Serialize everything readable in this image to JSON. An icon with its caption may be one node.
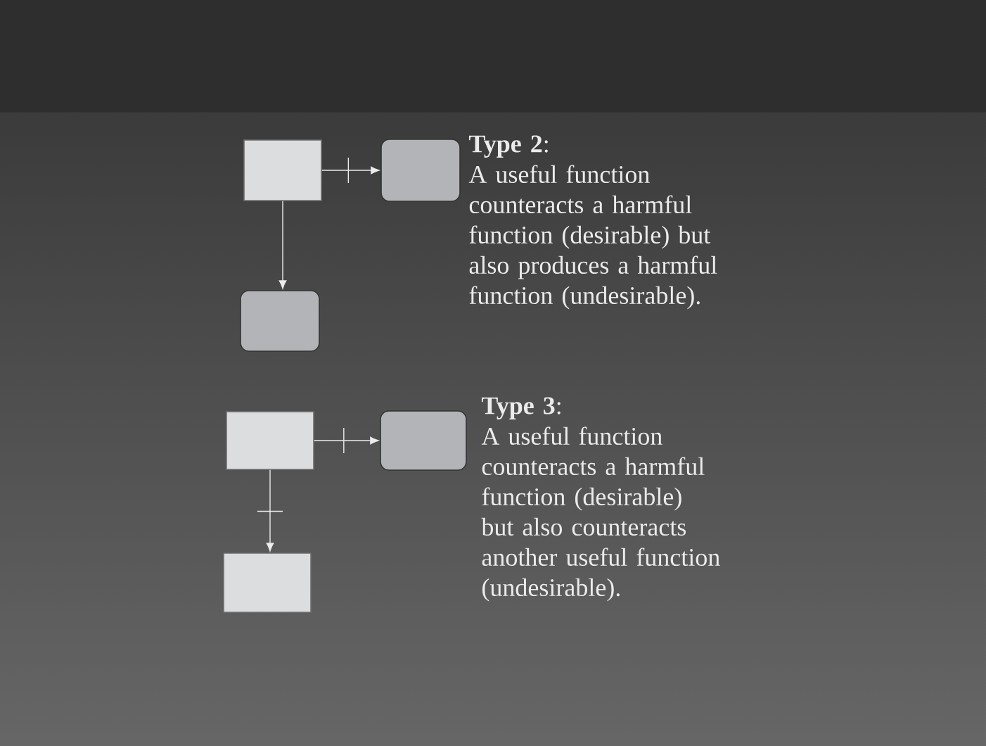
{
  "diagram": {
    "nodes": [
      {
        "text": [],
        "shape": "box"
      },
      {
        "text": [],
        "shape": "roundbox"
      },
      {
        "text": [],
        "shape": "roundbox"
      },
      {
        "text": [],
        "shape": "box"
      },
      {
        "text": [],
        "shape": "roundbox"
      },
      {
        "text": [],
        "shape": "box"
      }
    ],
    "edges": [
      {
        "from": 0,
        "to": 1,
        "arrow": "to"
      },
      {
        "from": 0,
        "to": 2,
        "arrow": "to"
      },
      {
        "from": 3,
        "to": 4,
        "arrow": "to"
      },
      {
        "from": 3,
        "to": 5,
        "arrow": "to"
      }
    ],
    "labels": [
      "**Type 2**:",
      "A useful function counteracts a harmful function (desirable) but also produces a harmful function (undesirable).",
      "**Type 3**:",
      "A useful function counteracts a harmful function (desirable) but also counteracts another useful function (undesirable)."
    ]
  }
}
